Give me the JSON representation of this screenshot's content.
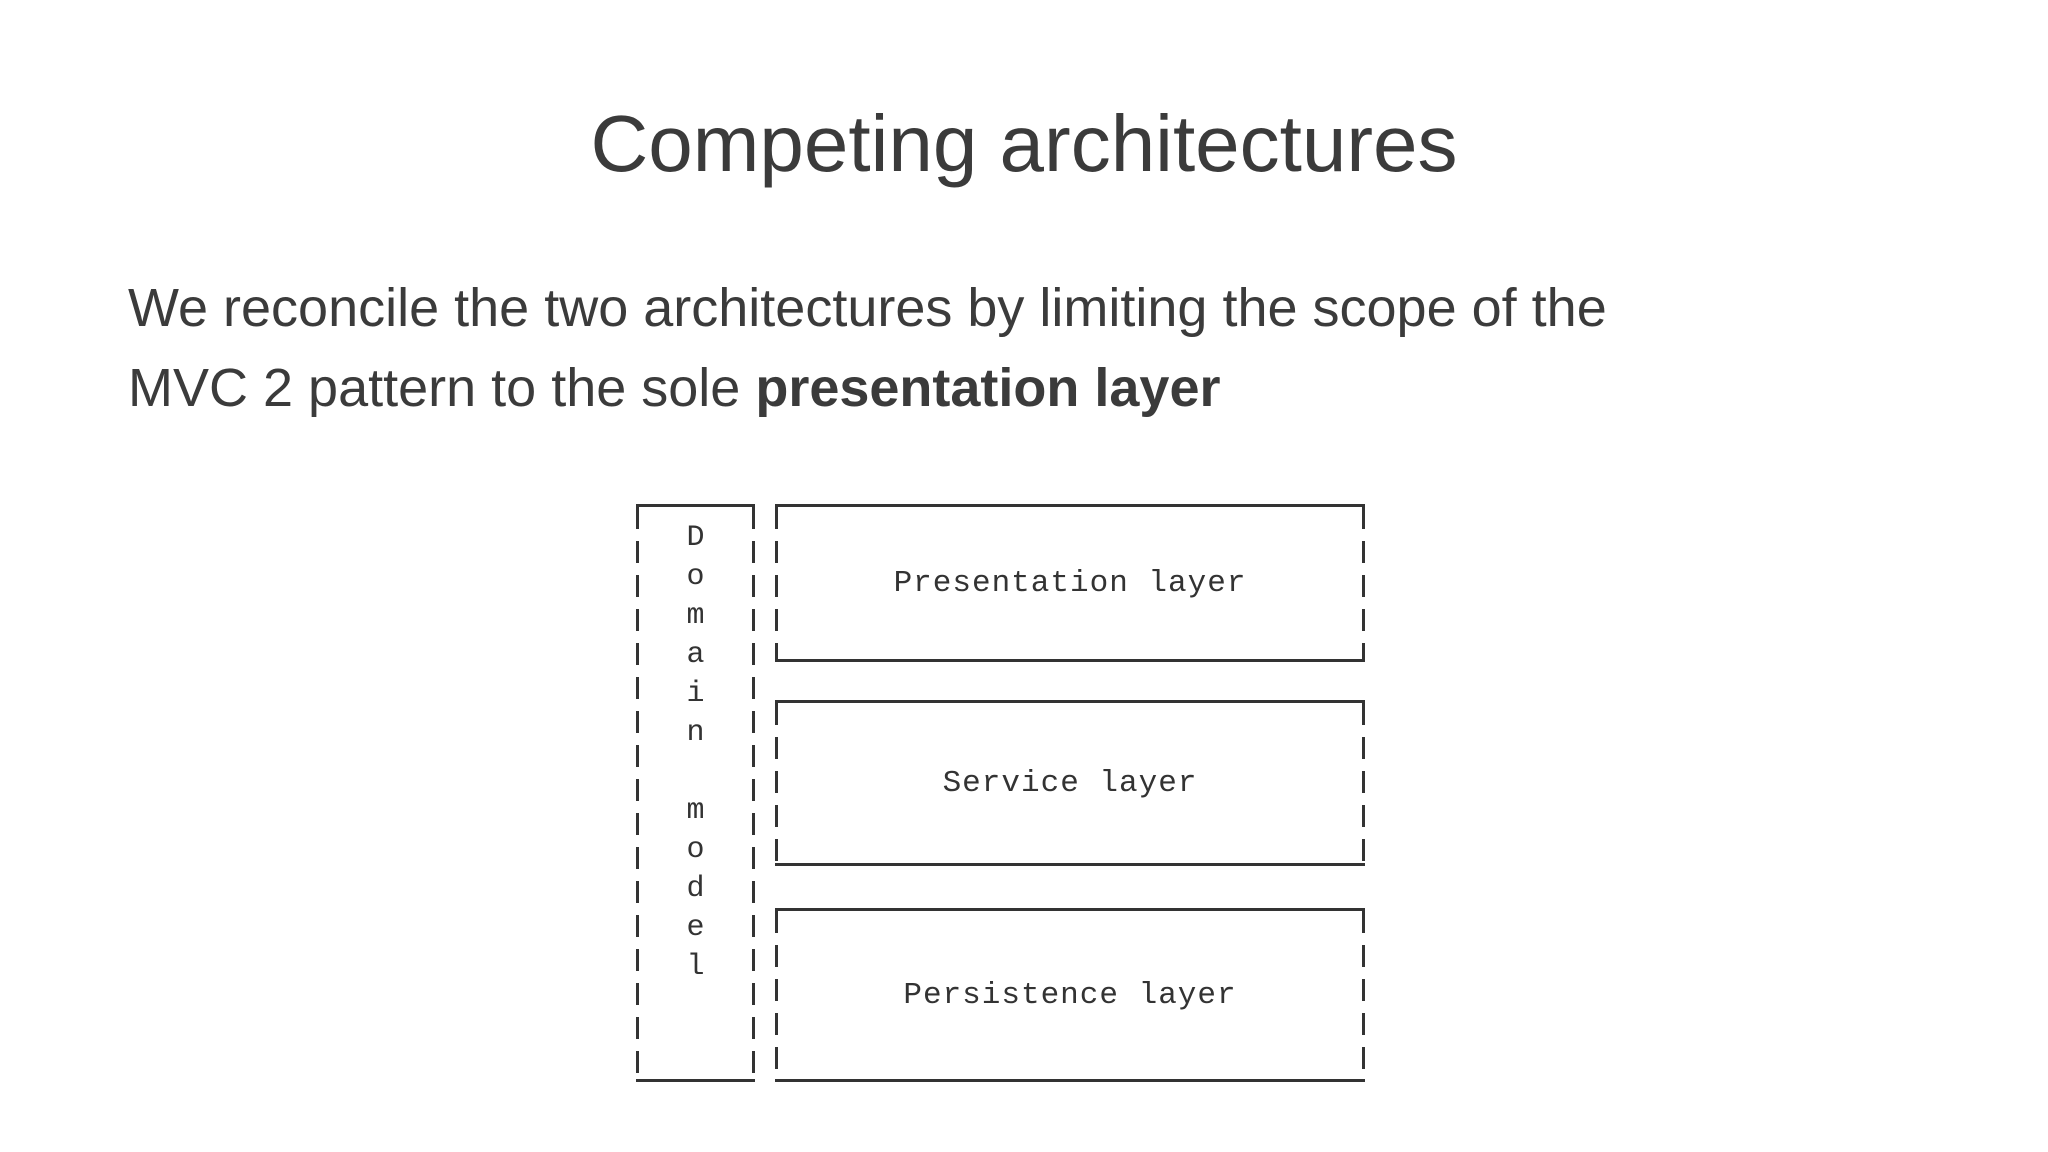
{
  "slide": {
    "title": "Competing architectures",
    "body": {
      "line1": "We reconcile the two architectures by limiting the scope of the",
      "line2_prefix": "MVC 2 pattern to the sole ",
      "line2_bold": "presentation layer"
    },
    "diagram": {
      "domain_box_vertical_text": "D\no\nm\na\ni\nn\n\nm\no\nd\ne\nl",
      "layers": [
        {
          "label": "Presentation layer"
        },
        {
          "label": "Service layer"
        },
        {
          "label": "Persistence layer"
        }
      ]
    },
    "colors": {
      "background": "#ffffff",
      "text": "#3b3b3b",
      "diagram_line": "#333333"
    }
  }
}
